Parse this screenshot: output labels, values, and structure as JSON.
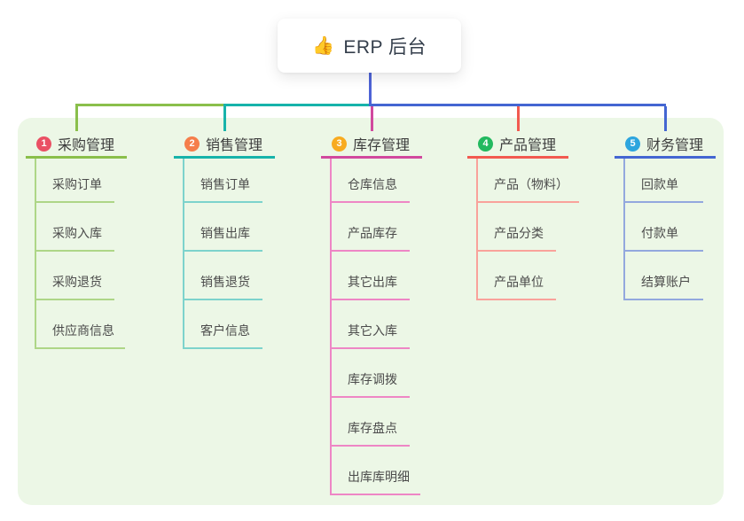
{
  "root": {
    "icon": "👍",
    "label": "ERP 后台"
  },
  "palette": {
    "canvas_background": "#ffffff",
    "panel_background": "#ecf7e6",
    "root_connector": "#4e63d6",
    "root_text": "#343e4b",
    "branch_text": "#3d3d3d",
    "child_text": "#4b4b4b"
  },
  "branches": [
    {
      "badge": "1",
      "label": "采购管理",
      "color": "#8abf4b",
      "light": "#aed687",
      "badge_color": "#ea5064",
      "children": [
        "采购订单",
        "采购入库",
        "采购退货",
        "供应商信息"
      ]
    },
    {
      "badge": "2",
      "label": "销售管理",
      "color": "#17b3aa",
      "light": "#7dd3cc",
      "badge_color": "#f57e4b",
      "children": [
        "销售订单",
        "销售出库",
        "销售退货",
        "客户信息"
      ]
    },
    {
      "badge": "3",
      "label": "库存管理",
      "color": "#d1499e",
      "light": "#ee86c5",
      "badge_color": "#f8ab20",
      "children": [
        "仓库信息",
        "产品库存",
        "其它出库",
        "其它入库",
        "库存调拨",
        "库存盘点",
        "出库库明细"
      ]
    },
    {
      "badge": "4",
      "label": "产品管理",
      "color": "#f25a50",
      "light": "#f9a29b",
      "badge_color": "#22b95f",
      "children": [
        "产品（物料）",
        "产品分类",
        "产品单位"
      ]
    },
    {
      "badge": "5",
      "label": "财务管理",
      "color": "#4466d2",
      "light": "#93a8de",
      "badge_color": "#2da5de",
      "children": [
        "回款单",
        "付款单",
        "结算账户"
      ]
    }
  ]
}
